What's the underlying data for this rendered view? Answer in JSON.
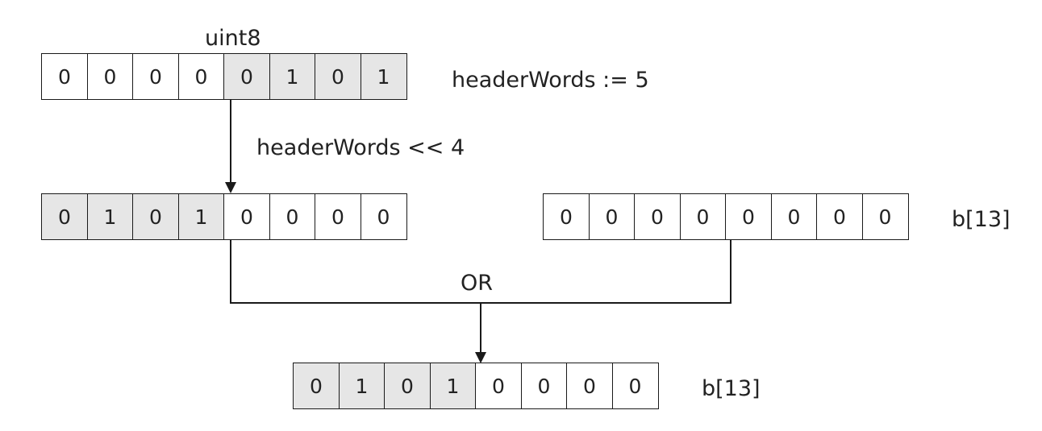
{
  "type_label": "uint8",
  "input": {
    "bits": [
      "0",
      "0",
      "0",
      "0",
      "0",
      "1",
      "0",
      "1"
    ],
    "shaded": [
      false,
      false,
      false,
      false,
      true,
      true,
      true,
      true
    ],
    "label": "headerWords := 5"
  },
  "shift_label": "headerWords << 4",
  "shifted": {
    "bits": [
      "0",
      "1",
      "0",
      "1",
      "0",
      "0",
      "0",
      "0"
    ],
    "shaded": [
      true,
      true,
      true,
      true,
      false,
      false,
      false,
      false
    ]
  },
  "target": {
    "bits": [
      "0",
      "0",
      "0",
      "0",
      "0",
      "0",
      "0",
      "0"
    ],
    "shaded": [
      false,
      false,
      false,
      false,
      false,
      false,
      false,
      false
    ],
    "label": "b[13]"
  },
  "op_label": "OR",
  "result": {
    "bits": [
      "0",
      "1",
      "0",
      "1",
      "0",
      "0",
      "0",
      "0"
    ],
    "shaded": [
      true,
      true,
      true,
      true,
      false,
      false,
      false,
      false
    ],
    "label": "b[13]"
  }
}
